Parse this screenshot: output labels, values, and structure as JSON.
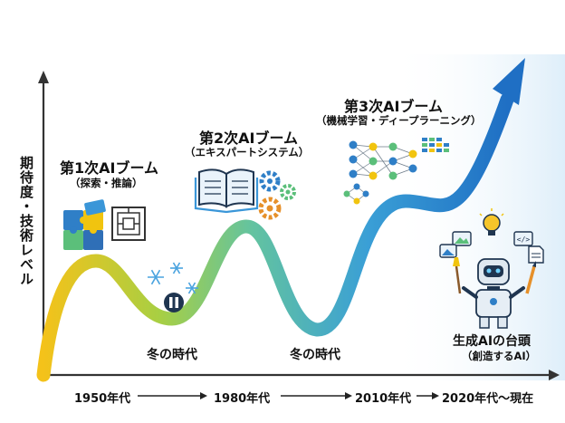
{
  "axis": {
    "y_label": "期待度・技術レベル",
    "eras": [
      "1950年代",
      "1980年代",
      "2010年代",
      "2020年代〜現在"
    ]
  },
  "booms": [
    {
      "title": "第1次AIブーム",
      "subtitle": "（探索・推論）",
      "icons": [
        "puzzle-icon",
        "maze-icon"
      ]
    },
    {
      "title": "第2次AIブーム",
      "subtitle": "（エキスパートシステム）",
      "icons": [
        "open-book-icon",
        "gears-icon"
      ]
    },
    {
      "title": "第3次AIブーム",
      "subtitle": "（機械学習・ディープラーニング）",
      "icons": [
        "neural-network-icon",
        "data-bars-icon"
      ]
    }
  ],
  "winters": [
    {
      "label": "冬の時代",
      "icons": [
        "snowflake-icon",
        "pause-icon"
      ]
    },
    {
      "label": "冬の時代"
    }
  ],
  "generative": {
    "title": "生成AIの台頭",
    "subtitle": "（創造するAI）",
    "icons": [
      "robot-icon",
      "lightbulb-icon",
      "image-icon",
      "code-icon",
      "document-icon",
      "paintbrush-icon",
      "pencil-icon"
    ]
  },
  "colors": {
    "curve_start": "#f1c40f",
    "curve_mid": "#63c3a0",
    "curve_end": "#1f6fc4",
    "axis": "#333333",
    "glow": "#d9ecfa"
  }
}
